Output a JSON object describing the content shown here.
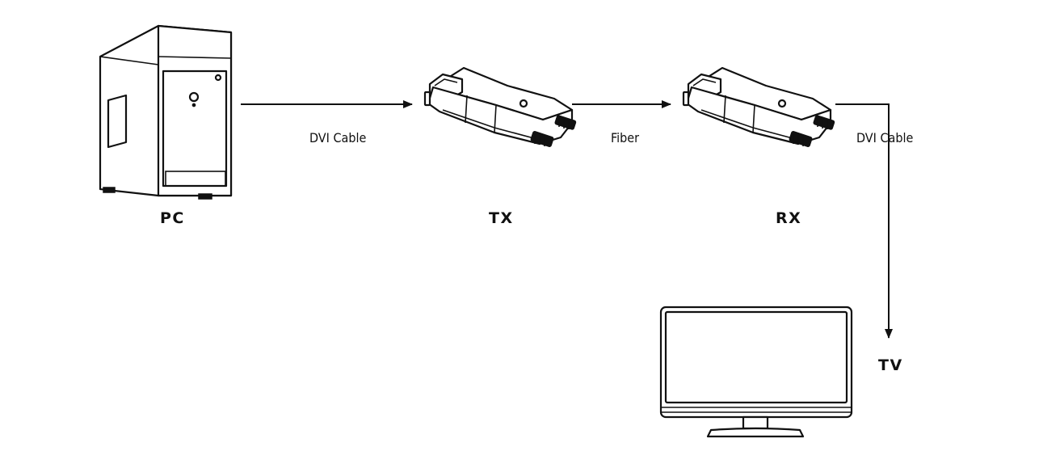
{
  "devices": {
    "pc": {
      "label": "PC",
      "icon": "desktop-tower-icon"
    },
    "tx": {
      "label": "TX",
      "icon": "fiber-extender-icon"
    },
    "rx": {
      "label": "RX",
      "icon": "fiber-extender-icon"
    },
    "tv": {
      "label": "TV",
      "icon": "monitor-icon"
    }
  },
  "connections": {
    "pc_to_tx": "DVI Cable",
    "tx_to_rx": "Fiber",
    "rx_to_tv": "DVI Cable"
  },
  "colors": {
    "stroke": "#111111",
    "background": "#ffffff"
  }
}
